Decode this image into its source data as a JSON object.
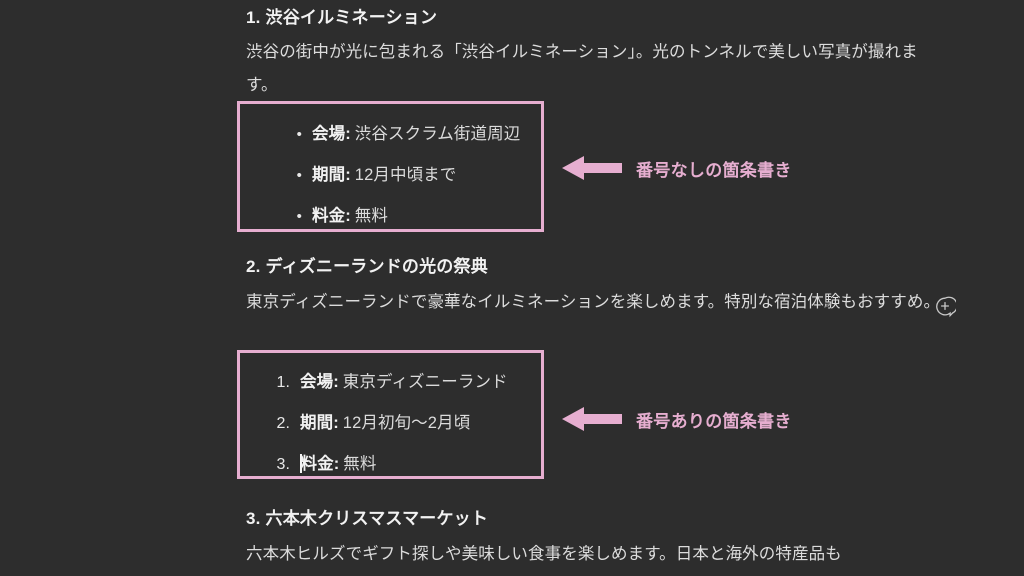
{
  "theme": {
    "background": "#2d2d2d",
    "text": "#dcdcdc",
    "heading": "#f2f2f2",
    "accent": "#e6aed0"
  },
  "sections": [
    {
      "heading": "1. 渋谷イルミネーション",
      "paragraph": "渋谷の街中が光に包まれる「渋谷イルミネーション」。光のトンネルで美しい写真が撮れます。",
      "list_type": "unordered",
      "items": [
        {
          "marker": "•",
          "label": "会場:",
          "value": "渋谷スクラム街道周辺"
        },
        {
          "marker": "•",
          "label": "期間:",
          "value": "12月中頃まで"
        },
        {
          "marker": "•",
          "label": "料金:",
          "value": "無料"
        }
      ]
    },
    {
      "heading": "2. ディズニーランドの光の祭典",
      "paragraph": "東京ディズニーランドで豪華なイルミネーションを楽しめます。特別な宿泊体験もおすすめ。",
      "list_type": "ordered",
      "items": [
        {
          "marker": "1.",
          "label": "会場:",
          "value": "東京ディズニーランド"
        },
        {
          "marker": "2.",
          "label": "期間:",
          "value": "12月初旬〜2月頃"
        },
        {
          "marker": "3.",
          "label": "料金:",
          "value": "無料"
        }
      ]
    },
    {
      "heading": "3. 六本木クリスマスマーケット",
      "paragraph": "六本木ヒルズでギフト探しや美味しい食事を楽しめます。日本と海外の特産品も"
    }
  ],
  "annotations": [
    {
      "label": "番号なしの箇条書き",
      "icon": "left-arrow-icon"
    },
    {
      "label": "番号ありの箇条書き",
      "icon": "left-arrow-icon"
    }
  ],
  "comment_icon": {
    "name": "add-comment-icon",
    "color": "#c8c8c8"
  }
}
